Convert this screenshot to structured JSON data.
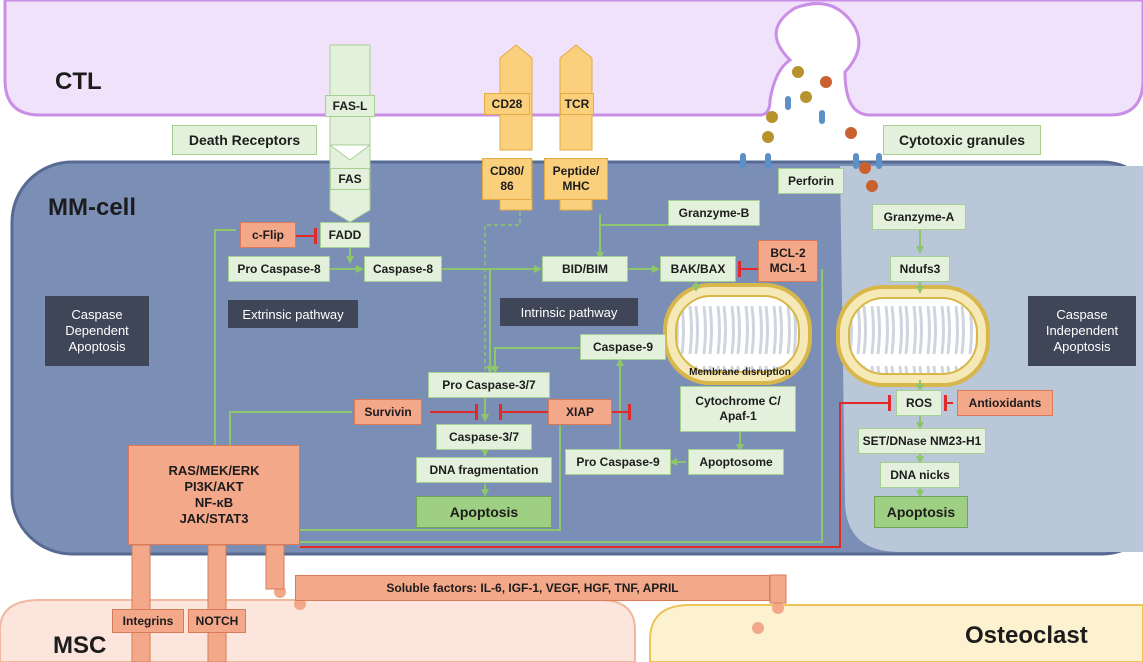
{
  "cells": {
    "ctl": "CTL",
    "mm": "MM-cell",
    "msc": "MSC",
    "osteoclast": "Osteoclast"
  },
  "receptors": {
    "fasl": "FAS-L",
    "fas": "FAS",
    "cd28": "CD28",
    "tcr": "TCR",
    "cd80": "CD80/\n86",
    "peptide": "Peptide/\nMHC",
    "integrins": "Integrins",
    "notch": "NOTCH"
  },
  "labels": {
    "death_receptors": "Death Receptors",
    "cytotoxic_granules": "Cytotoxic granules",
    "perforin": "Perforin",
    "granzyme_b": "Granzyme-B",
    "granzyme_a": "Granzyme-A",
    "cflip": "c-Flip",
    "fadd": "FADD",
    "pro_casp8": "Pro Caspase-8",
    "casp8": "Caspase-8",
    "bid_bim": "BID/BIM",
    "bak_bax": "BAK/BAX",
    "bcl2": "BCL-2\nMCL-1",
    "ndufs3": "Ndufs3",
    "casp9": "Caspase-9",
    "pro_casp37": "Pro Caspase-3/7",
    "membrane": "Membrane disruption",
    "survivin": "Survivin",
    "xiap": "XIAP",
    "cytc": "Cytochrome C/\nApaf-1",
    "casp37": "Caspase-3/7",
    "dna_frag": "DNA fragmentation",
    "pro_casp9": "Pro Caspase-9",
    "apoptosome": "Apoptosome",
    "apoptosis_left": "Apoptosis",
    "apoptosis_right": "Apoptosis",
    "ros": "ROS",
    "antioxidants": "Antioxidants",
    "set": "SET/DNase NM23-H1",
    "dna_nicks": "DNA nicks",
    "signaling": "RAS/MEK/ERK\nPI3K/AKT\nNF-κB\nJAK/STAT3",
    "soluble": "Soluble factors: IL-6, IGF-1, VEGF, HGF, TNF, APRIL"
  },
  "pathways": {
    "extrinsic": "Extrinsic pathway",
    "intrinsic": "Intrinsic pathway",
    "caspase_dependent": "Caspase\nDependent\nApoptosis",
    "caspase_independent": "Caspase\nIndependent\nApoptosis"
  },
  "colors": {
    "ctl_fill": "#f1e2fb",
    "ctl_border": "#c98ee6",
    "mm_fill": "#7b8fb6",
    "mm_border": "#566a93",
    "indep_fill": "#bac7d8",
    "msc_fill": "#fbe5dc",
    "osteoclast_fill": "#fdf2cf",
    "activation": "#8dc66b",
    "inhibition": "#e02a2a",
    "survival_signal": "#c8102e"
  }
}
